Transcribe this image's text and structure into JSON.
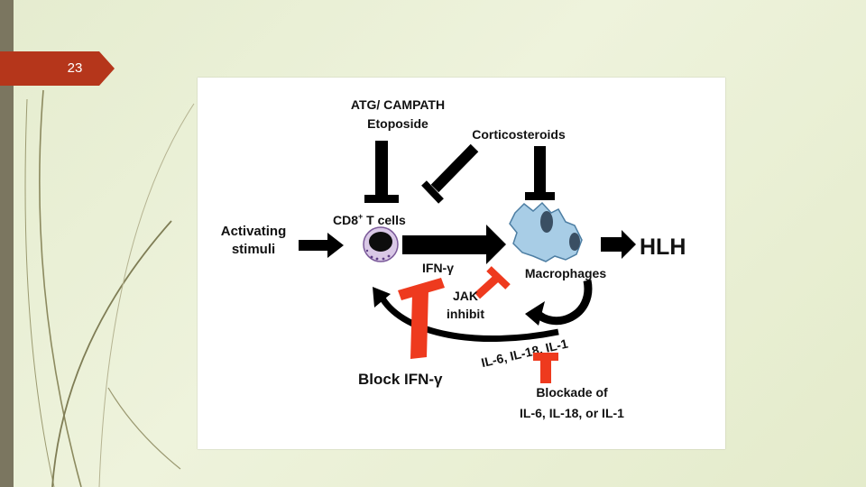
{
  "slide": {
    "number": "23",
    "colors": {
      "accent": "#b5361b",
      "side_bar": "#7b7660",
      "inhibitor_red": "#ee3a1e"
    }
  },
  "diagram": {
    "treatments": {
      "atg_campath": "ATG/ CAMPATH",
      "etoposide": "Etoposide",
      "corticosteroids": "Corticosteroids"
    },
    "nodes": {
      "activating_stimuli_line1": "Activating",
      "activating_stimuli_line2": "stimuli",
      "cd8_t_cells_prefix": "CD8",
      "cd8_t_cells_sup": "+",
      "cd8_t_cells_suffix": " T cells",
      "macrophages": "Macrophages",
      "hlh": "HLH"
    },
    "mediators": {
      "ifn_gamma": "IFN-γ",
      "interleukins": "IL-6, IL-18, IL-1"
    },
    "inhibitors": {
      "jak_line1": "JAK",
      "jak_line2": "inhibit",
      "block_ifn": "Block IFN-γ",
      "blockade_line1": "Blockade of",
      "blockade_line2": "IL-6, IL-18, or IL-1"
    },
    "icons": [
      "t-cell-icon",
      "macrophage-icon"
    ]
  }
}
